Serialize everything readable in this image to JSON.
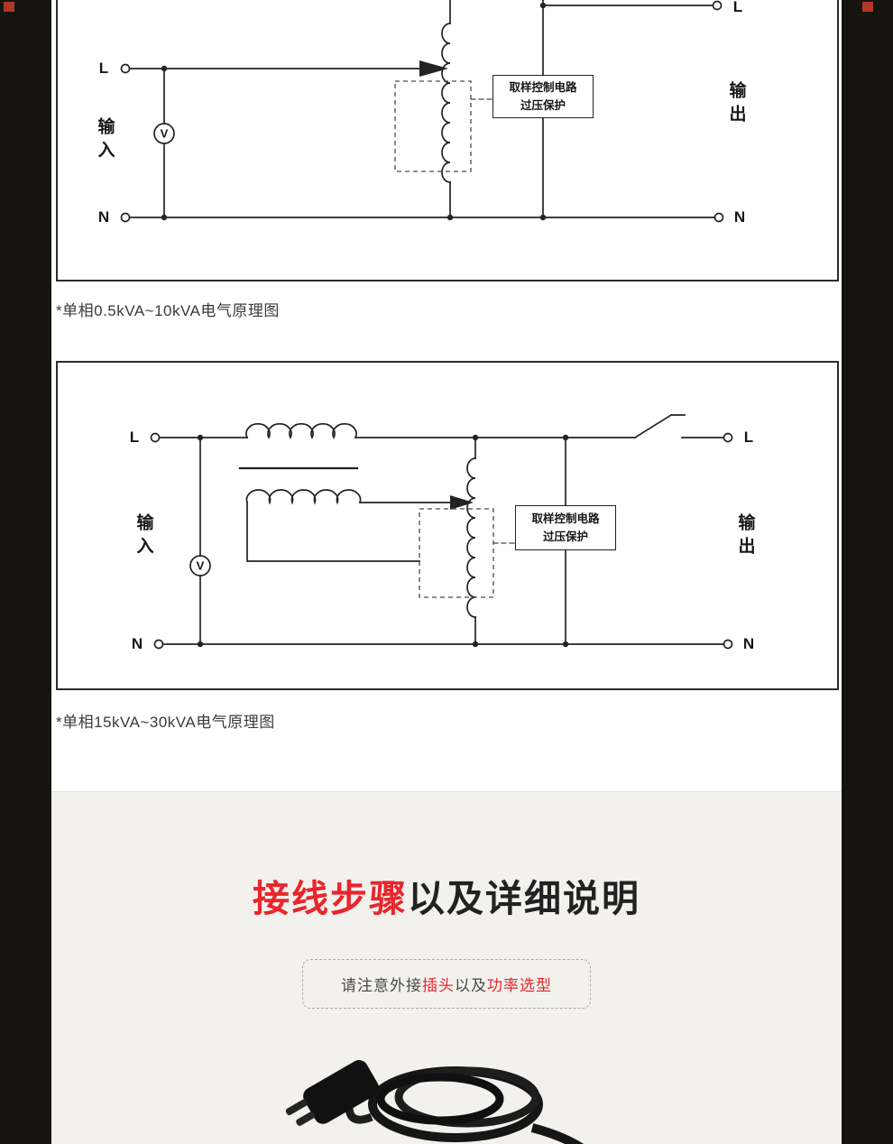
{
  "page": {
    "edge_color": "#15150e",
    "top_bg": "#ffffff",
    "bottom_bg": "#f2f1ed",
    "accent_color": "#e8262c"
  },
  "diagram1": {
    "caption": "*单相0.5kVA~10kVA电气原理图",
    "terminal_l_in": "L",
    "terminal_n_in": "N",
    "terminal_l_out": "L",
    "terminal_n_out": "N",
    "input_label": "输入",
    "output_label": "输出",
    "voltmeter_label": "V",
    "control_box_line1": "取样控制电路",
    "control_box_line2": "过压保护"
  },
  "diagram2": {
    "caption": "*单相15kVA~30kVA电气原理图",
    "terminal_l_in": "L",
    "terminal_n_in": "N",
    "terminal_l_out": "L",
    "terminal_n_out": "N",
    "input_label": "输入",
    "output_label": "输出",
    "voltmeter_label": "V",
    "control_box_line1": "取样控制电路",
    "control_box_line2": "过压保护"
  },
  "wiring_section": {
    "title_highlight": "接线步骤",
    "title_rest": "以及详细说明",
    "note_part1": "请注意外接",
    "note_part2": "插头",
    "note_part3": "以及",
    "note_part4": "功率选型"
  }
}
